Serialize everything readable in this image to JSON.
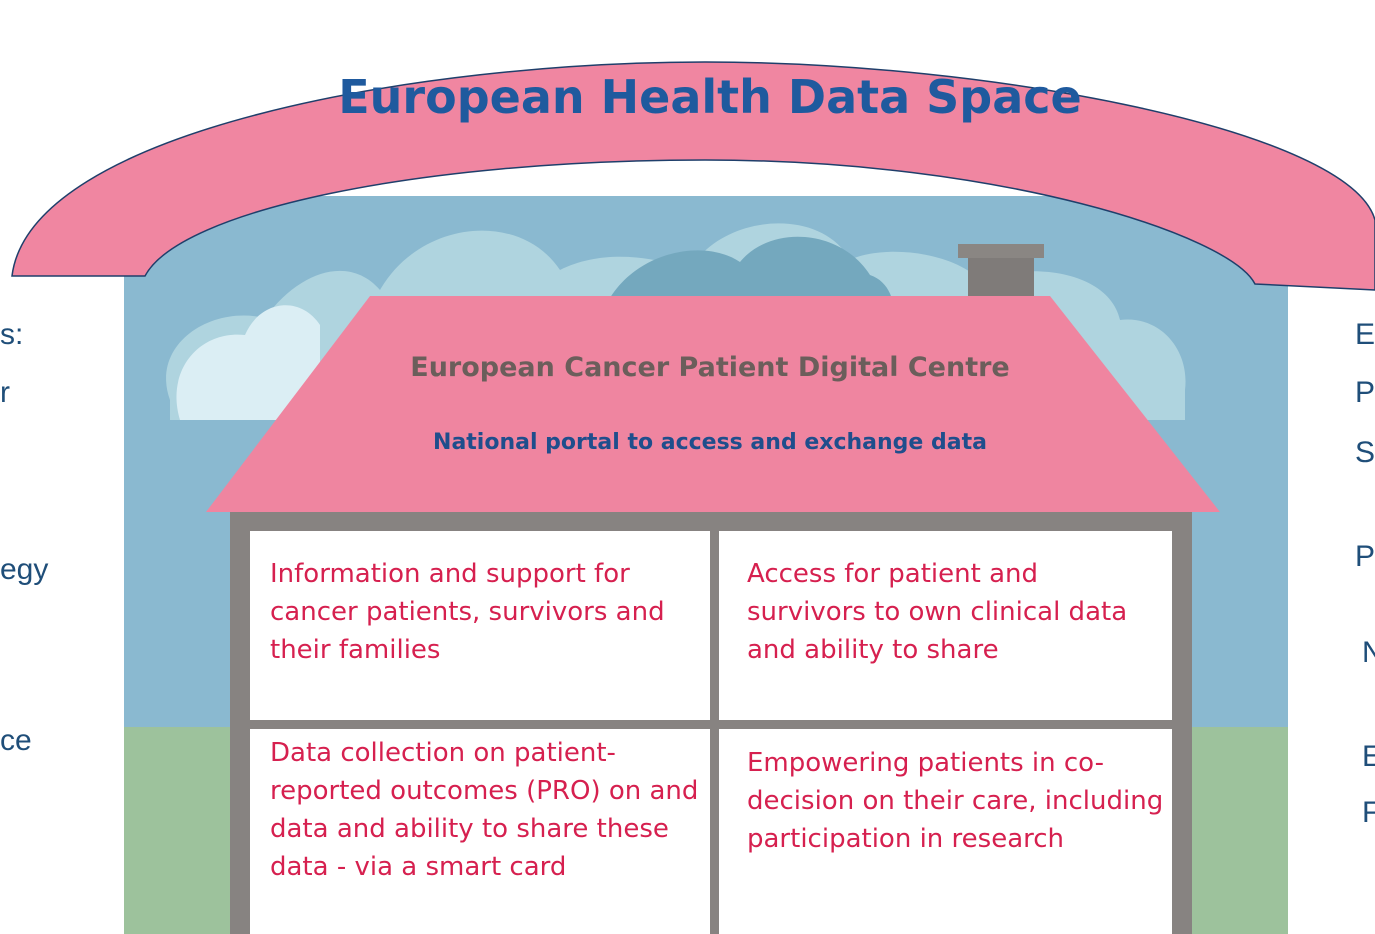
{
  "arch": {
    "title": "European Health Data Space"
  },
  "roof": {
    "title": "European Cancer Patient Digital Centre",
    "subtitle": "National portal to access and exchange data"
  },
  "rooms": [
    "Information and support for cancer patients, survivors and their families",
    "Access for patient and survivors to own clinical data and ability to share",
    "Data collection on patient-reported outcomes (PRO) on and data and ability to share these data  - via a smart card",
    "Empowering patients in co-decision on their care, including participation in research"
  ],
  "left_fragments": [
    "s:",
    "r",
    "egy",
    "ce"
  ],
  "right_fragments": [
    "E",
    "P",
    "S",
    "P",
    "N",
    "E",
    "F"
  ],
  "colors": {
    "arch_pink": "#f086a1",
    "sky": "#8ab9d0",
    "grass": "#9dc29c",
    "wall": "#878381",
    "title_blue": "#1f5a9e",
    "room_text": "#d6204f"
  }
}
